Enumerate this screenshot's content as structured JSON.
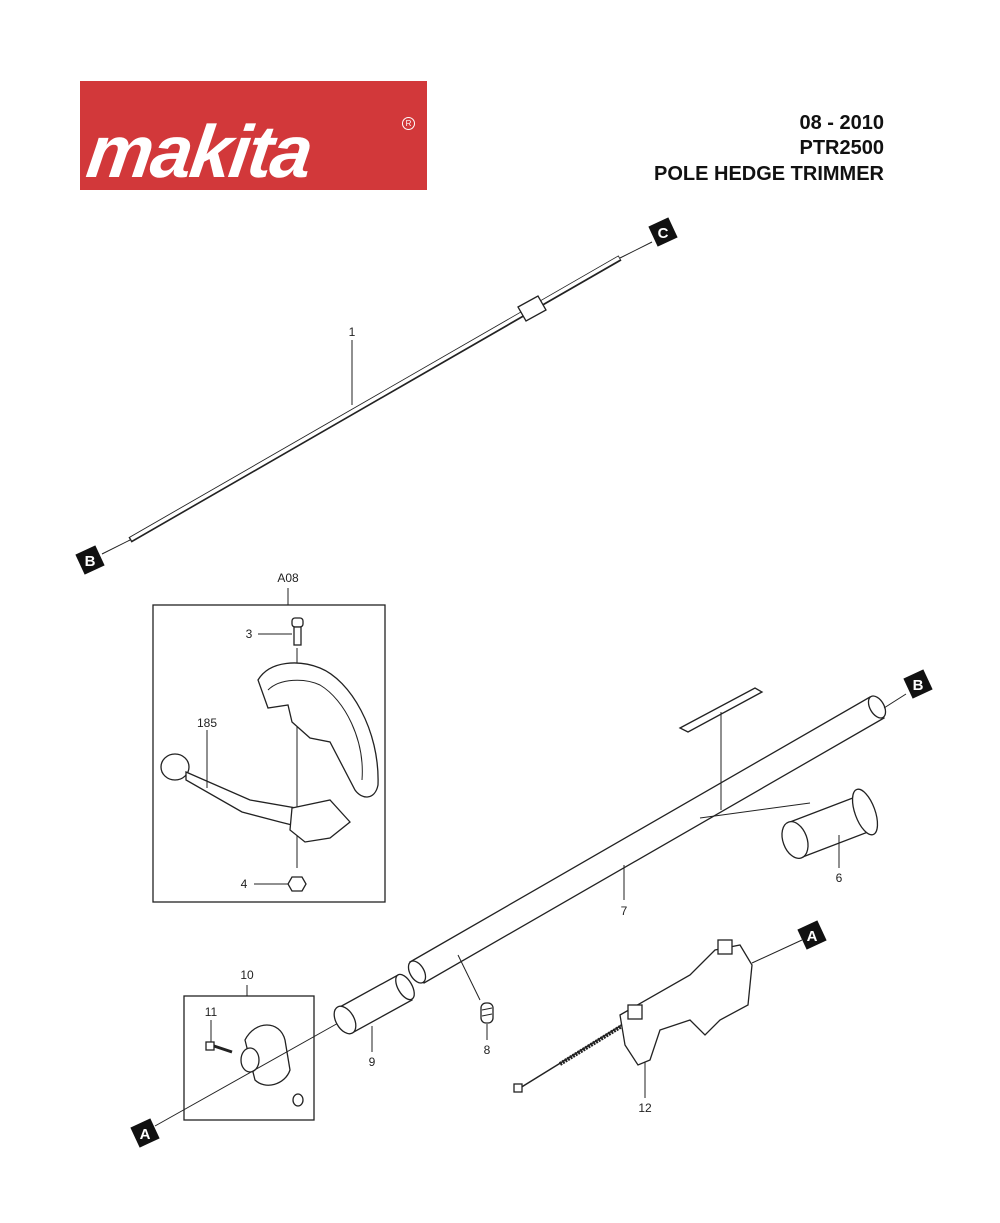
{
  "logo": {
    "text": "makita",
    "registered": "R",
    "color": "#d2383a"
  },
  "header": {
    "date": "08 - 2010",
    "model": "PTR2500",
    "product": "POLE HEDGE TRIMMER"
  },
  "markers": {
    "a": "A",
    "b": "B",
    "c": "C"
  },
  "parts": {
    "p1": "1",
    "p3": "3",
    "p4": "4",
    "p6": "6",
    "p7": "7",
    "p8": "8",
    "p9": "9",
    "p10": "10",
    "p11": "11",
    "p12": "12",
    "p185": "185",
    "a08": "A08"
  }
}
